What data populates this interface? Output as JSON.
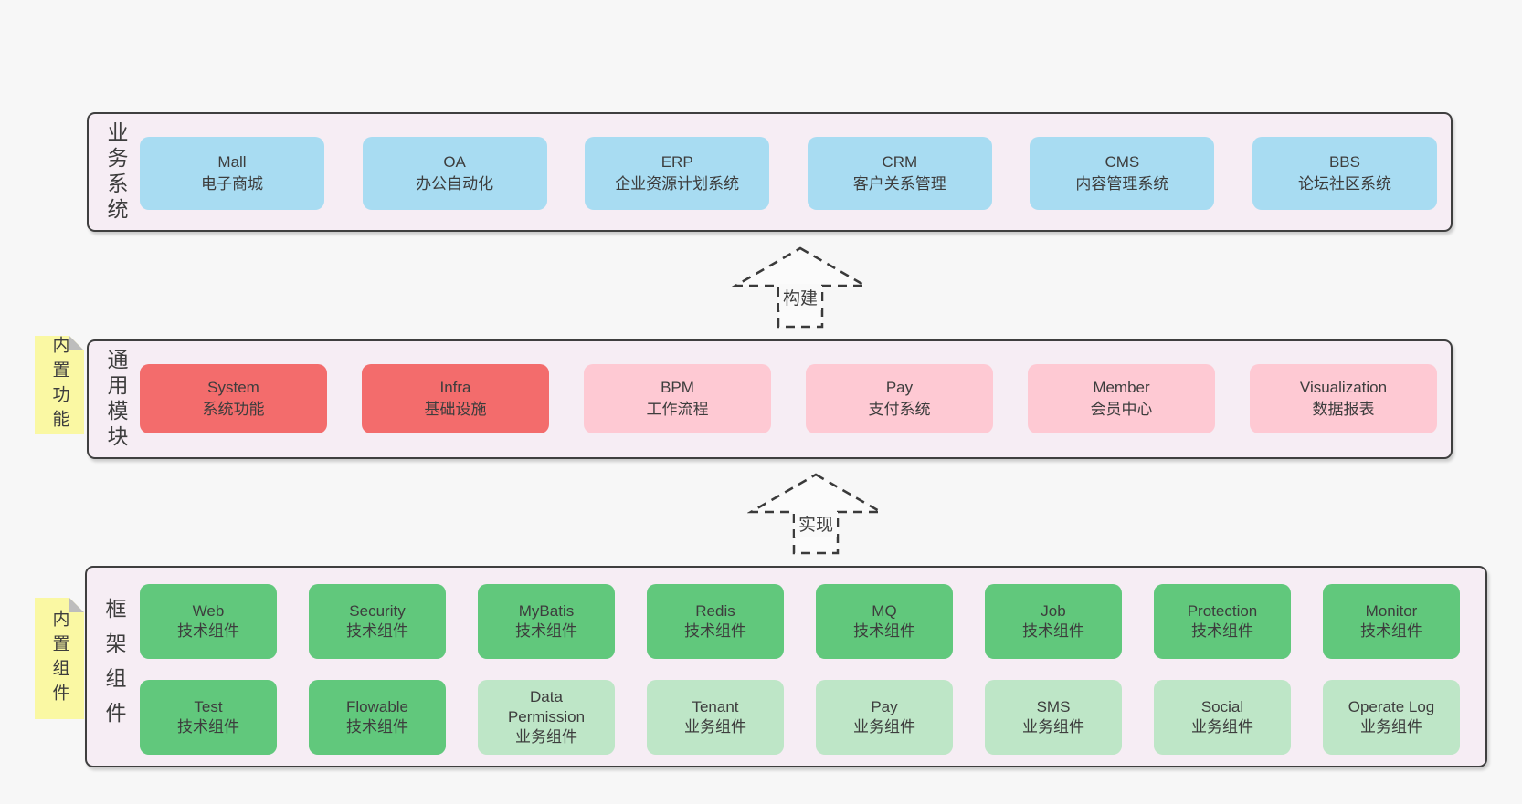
{
  "palette": {
    "page_bg": "#f7f7f7",
    "container_bg": "#f6edf4",
    "container_border": "#3f3f3f",
    "blue": "#a8dcf2",
    "red": "#f36c6c",
    "pink": "#fec9d3",
    "green": "#61c87c",
    "light_green": "#bee6c7",
    "note_yellow": "#faf8a3",
    "text": "#3d3d3d"
  },
  "layers": [
    {
      "label": "业务系统",
      "boxes": [
        {
          "name": "Mall",
          "desc": "电子商城"
        },
        {
          "name": "OA",
          "desc": "办公自动化"
        },
        {
          "name": "ERP",
          "desc": "企业资源计划系统"
        },
        {
          "name": "CRM",
          "desc": "客户关系管理"
        },
        {
          "name": "CMS",
          "desc": "内容管理系统"
        },
        {
          "name": "BBS",
          "desc": "论坛社区系统"
        }
      ]
    },
    {
      "label": "通用模块",
      "note": "内置功能",
      "boxes": [
        {
          "name": "System",
          "desc": "系统功能"
        },
        {
          "name": "Infra",
          "desc": "基础设施"
        },
        {
          "name": "BPM",
          "desc": "工作流程"
        },
        {
          "name": "Pay",
          "desc": "支付系统"
        },
        {
          "name": "Member",
          "desc": "会员中心"
        },
        {
          "name": "Visualization",
          "desc": "数据报表"
        }
      ]
    },
    {
      "label": "框架组件",
      "note": "内置组件",
      "rows": [
        [
          {
            "name": "Web",
            "desc": "技术组件"
          },
          {
            "name": "Security",
            "desc": "技术组件"
          },
          {
            "name": "MyBatis",
            "desc": "技术组件"
          },
          {
            "name": "Redis",
            "desc": "技术组件"
          },
          {
            "name": "MQ",
            "desc": "技术组件"
          },
          {
            "name": "Job",
            "desc": "技术组件"
          },
          {
            "name": "Protection",
            "desc": "技术组件"
          },
          {
            "name": "Monitor",
            "desc": "技术组件"
          }
        ],
        [
          {
            "name": "Test",
            "desc": "技术组件"
          },
          {
            "name": "Flowable",
            "desc": "技术组件"
          },
          {
            "name": "Data Permission",
            "desc": "业务组件"
          },
          {
            "name": "Tenant",
            "desc": "业务组件"
          },
          {
            "name": "Pay",
            "desc": "业务组件"
          },
          {
            "name": "SMS",
            "desc": "业务组件"
          },
          {
            "name": "Social",
            "desc": "业务组件"
          },
          {
            "name": "Operate Log",
            "desc": "业务组件"
          }
        ]
      ]
    }
  ],
  "arrows": [
    {
      "label": "构建"
    },
    {
      "label": "实现"
    }
  ]
}
